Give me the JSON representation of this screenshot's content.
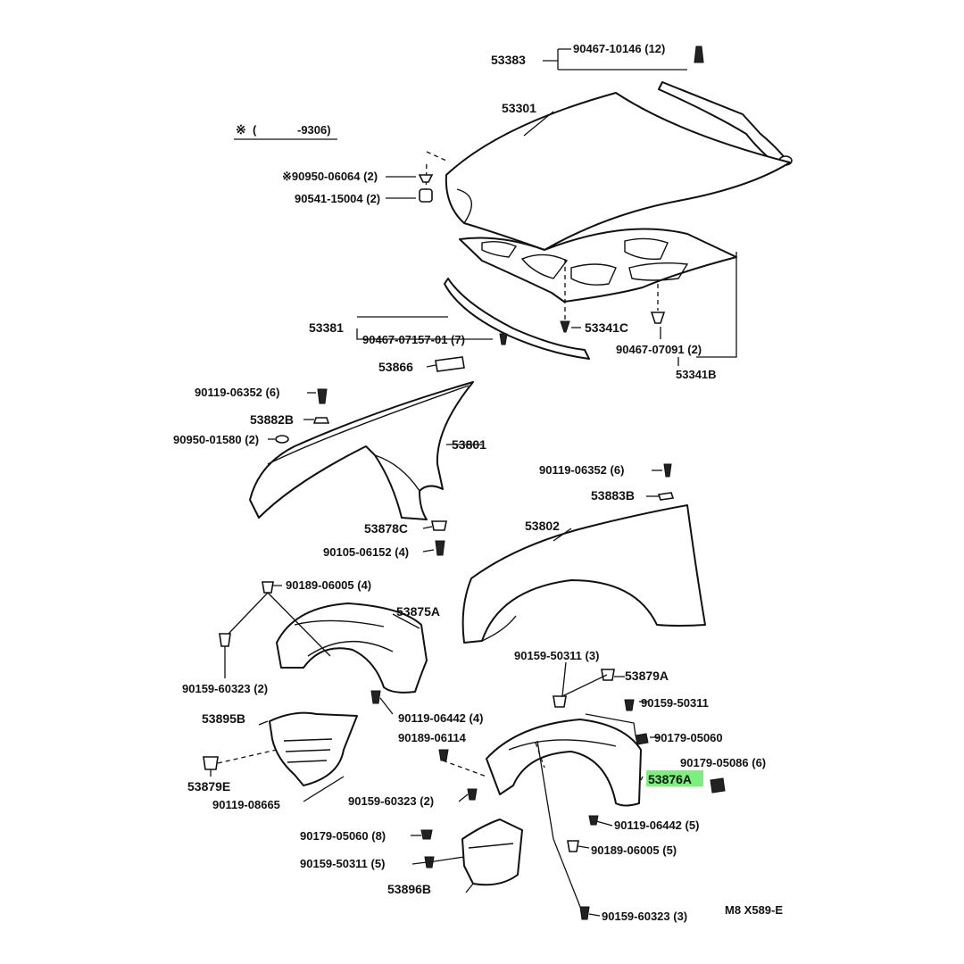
{
  "diagram": {
    "highlight_color": "#7cf07c",
    "note": {
      "star": "※",
      "open": "(",
      "code": "-9306)"
    },
    "corner_code": "M8  X589-E",
    "labels": [
      {
        "id": "53383",
        "text": "53383"
      },
      {
        "id": "90467-10146",
        "text": "90467-10146 (12)"
      },
      {
        "id": "53301",
        "text": "53301"
      },
      {
        "id": "90950-06064",
        "text": "※90950-06064 (2)"
      },
      {
        "id": "90541-15004",
        "text": "90541-15004 (2)"
      },
      {
        "id": "53381",
        "text": "53381"
      },
      {
        "id": "90467-07157-01",
        "text": "90467-07157-01 (7)"
      },
      {
        "id": "53341C",
        "text": "53341C"
      },
      {
        "id": "90467-07091",
        "text": "90467-07091 (2)"
      },
      {
        "id": "53341B",
        "text": "53341B"
      },
      {
        "id": "53866",
        "text": "53866"
      },
      {
        "id": "90119-06352-a",
        "text": "90119-06352 (6)"
      },
      {
        "id": "53882B",
        "text": "53882B"
      },
      {
        "id": "90950-01580",
        "text": "90950-01580 (2)"
      },
      {
        "id": "53801",
        "text": "53801"
      },
      {
        "id": "90119-06352-b",
        "text": "90119-06352 (6)"
      },
      {
        "id": "53883B",
        "text": "53883B"
      },
      {
        "id": "53878C",
        "text": "53878C"
      },
      {
        "id": "90105-06152",
        "text": "90105-06152 (4)"
      },
      {
        "id": "53802",
        "text": "53802"
      },
      {
        "id": "90189-06005-a",
        "text": "90189-06005 (4)"
      },
      {
        "id": "53875A",
        "text": "53875A"
      },
      {
        "id": "90159-60323-a",
        "text": "90159-60323 (2)"
      },
      {
        "id": "90159-50311-a",
        "text": "90159-50311 (3)"
      },
      {
        "id": "53879A",
        "text": "53879A"
      },
      {
        "id": "90159-50311-b",
        "text": "90159-50311"
      },
      {
        "id": "53895B",
        "text": "53895B"
      },
      {
        "id": "90119-06442-a",
        "text": "90119-06442 (4)"
      },
      {
        "id": "90189-06114",
        "text": "90189-06114"
      },
      {
        "id": "90179-05060-a",
        "text": "90179-05060"
      },
      {
        "id": "90179-05086",
        "text": "90179-05086 (6)"
      },
      {
        "id": "53879E",
        "text": "53879E"
      },
      {
        "id": "53876A",
        "text": "53876A"
      },
      {
        "id": "90119-08665",
        "text": "90119-08665"
      },
      {
        "id": "90159-60323-b",
        "text": "90159-60323 (2)"
      },
      {
        "id": "90119-06442-b",
        "text": "90119-06442 (5)"
      },
      {
        "id": "90179-05060-b",
        "text": "90179-05060 (8)"
      },
      {
        "id": "90189-06005-b",
        "text": "90189-06005 (5)"
      },
      {
        "id": "90159-50311-c",
        "text": "90159-50311 (5)"
      },
      {
        "id": "53896B",
        "text": "53896B"
      },
      {
        "id": "90159-60323-c",
        "text": "90159-60323 (3)"
      }
    ]
  }
}
